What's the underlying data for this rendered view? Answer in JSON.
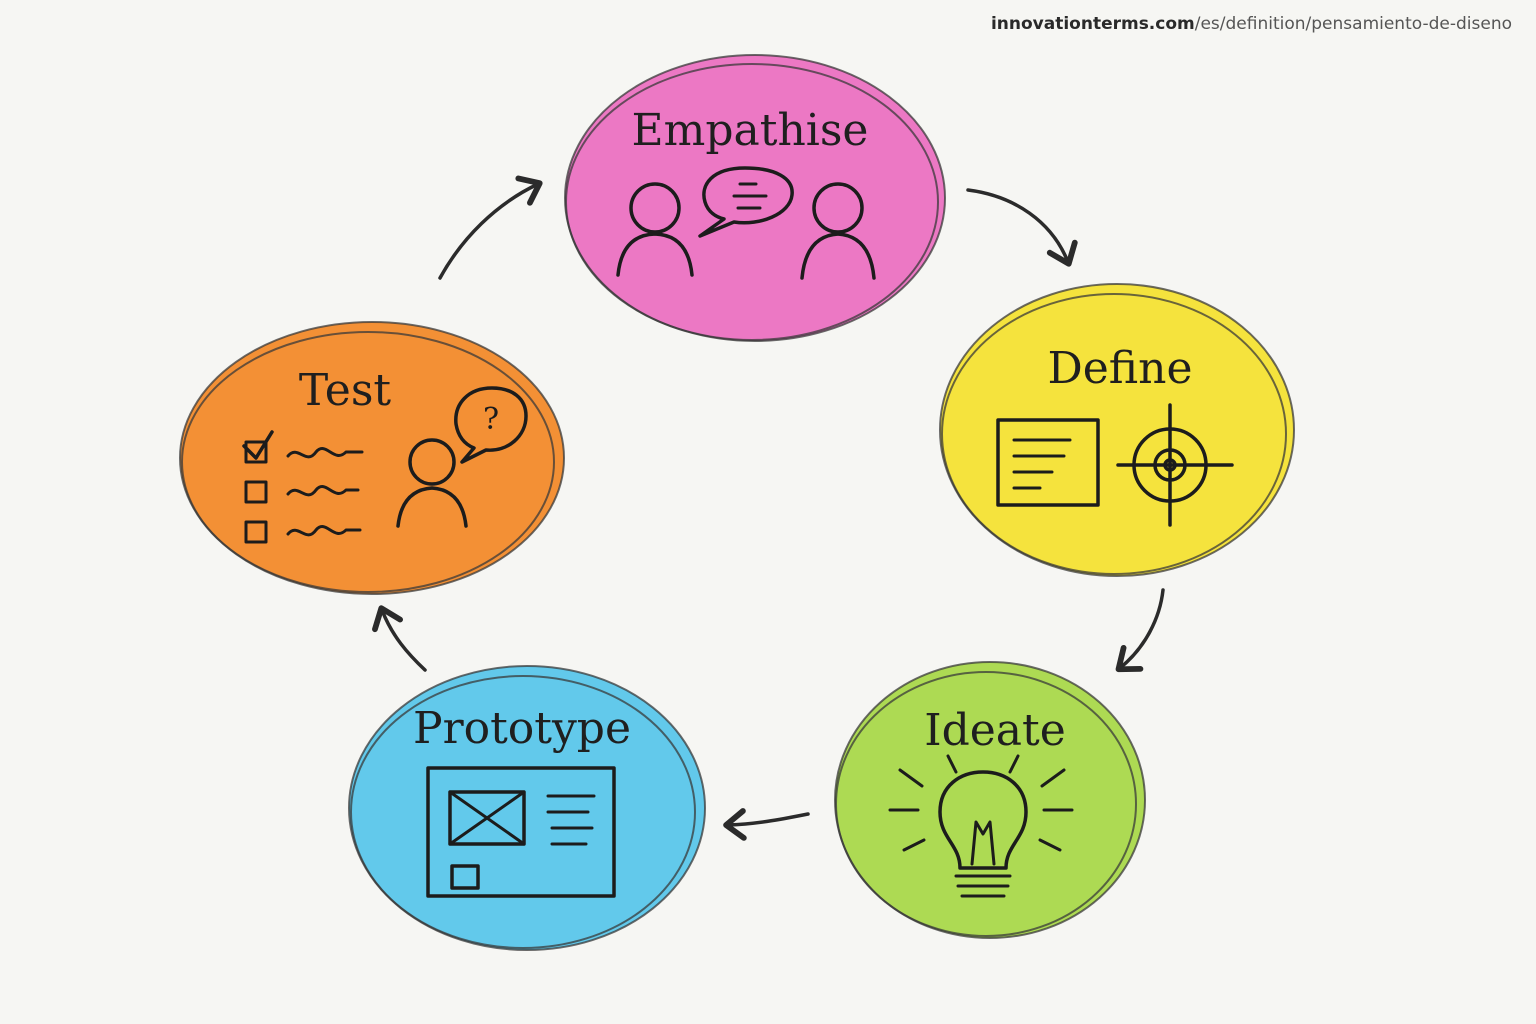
{
  "source": {
    "domain": "innovationterms.com",
    "path": "/es/definition/pensamiento-de-diseno"
  },
  "stages": {
    "empathise": {
      "label": "Empathise",
      "color": "#ea6cc0"
    },
    "define": {
      "label": "Define",
      "color": "#f4e233"
    },
    "ideate": {
      "label": "Ideate",
      "color": "#a9d84a"
    },
    "prototype": {
      "label": "Prototype",
      "color": "#55c4ea"
    },
    "test": {
      "label": "Test",
      "color": "#f28a2a"
    }
  },
  "icons": {
    "empathise": "two-people-talking-icon",
    "define": "document-and-target-icon",
    "ideate": "lightbulb-icon",
    "prototype": "wireframe-icon",
    "test": "checklist-and-person-question-icon"
  },
  "test_icon": {
    "question_mark": "?"
  }
}
